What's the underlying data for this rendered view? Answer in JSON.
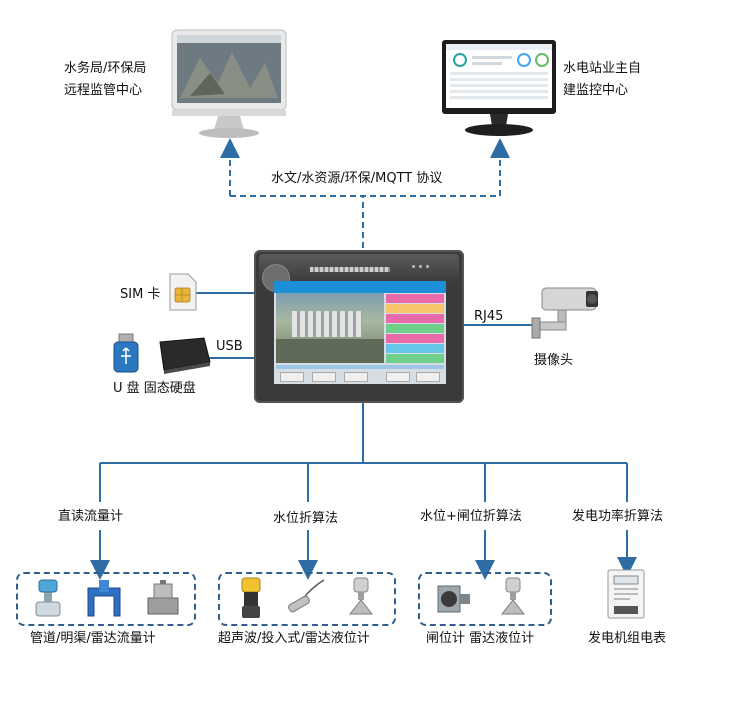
{
  "nodes": {
    "water_bureau": {
      "line1": "水务局/环保局",
      "line2": "远程监管中心"
    },
    "hydro_station": {
      "line1": "水电站业主自",
      "line2": "建监控中心"
    },
    "protocol": "水文/水资源/环保/MQTT 协议",
    "sim_card": "SIM 卡",
    "usb": "USB",
    "storage": "U 盘  固态硬盘",
    "rj45": "RJ45",
    "camera": "摄像头"
  },
  "methods": [
    {
      "method": "直读流量计",
      "devices": "管道/明渠/雷达流量计"
    },
    {
      "method": "水位折算法",
      "devices": "超声波/投入式/雷达液位计"
    },
    {
      "method": "水位+闸位折算法",
      "devices": "闸位计  雷达液位计"
    },
    {
      "method": "发电功率折算法",
      "devices": "发电机组电表"
    }
  ],
  "colors": {
    "line": "#2e6da4",
    "dash_box": "#2f5f8f",
    "arrow": "#2e6da4",
    "device_body": "#3a3a3a",
    "screen_header": "#1b8fd8"
  }
}
